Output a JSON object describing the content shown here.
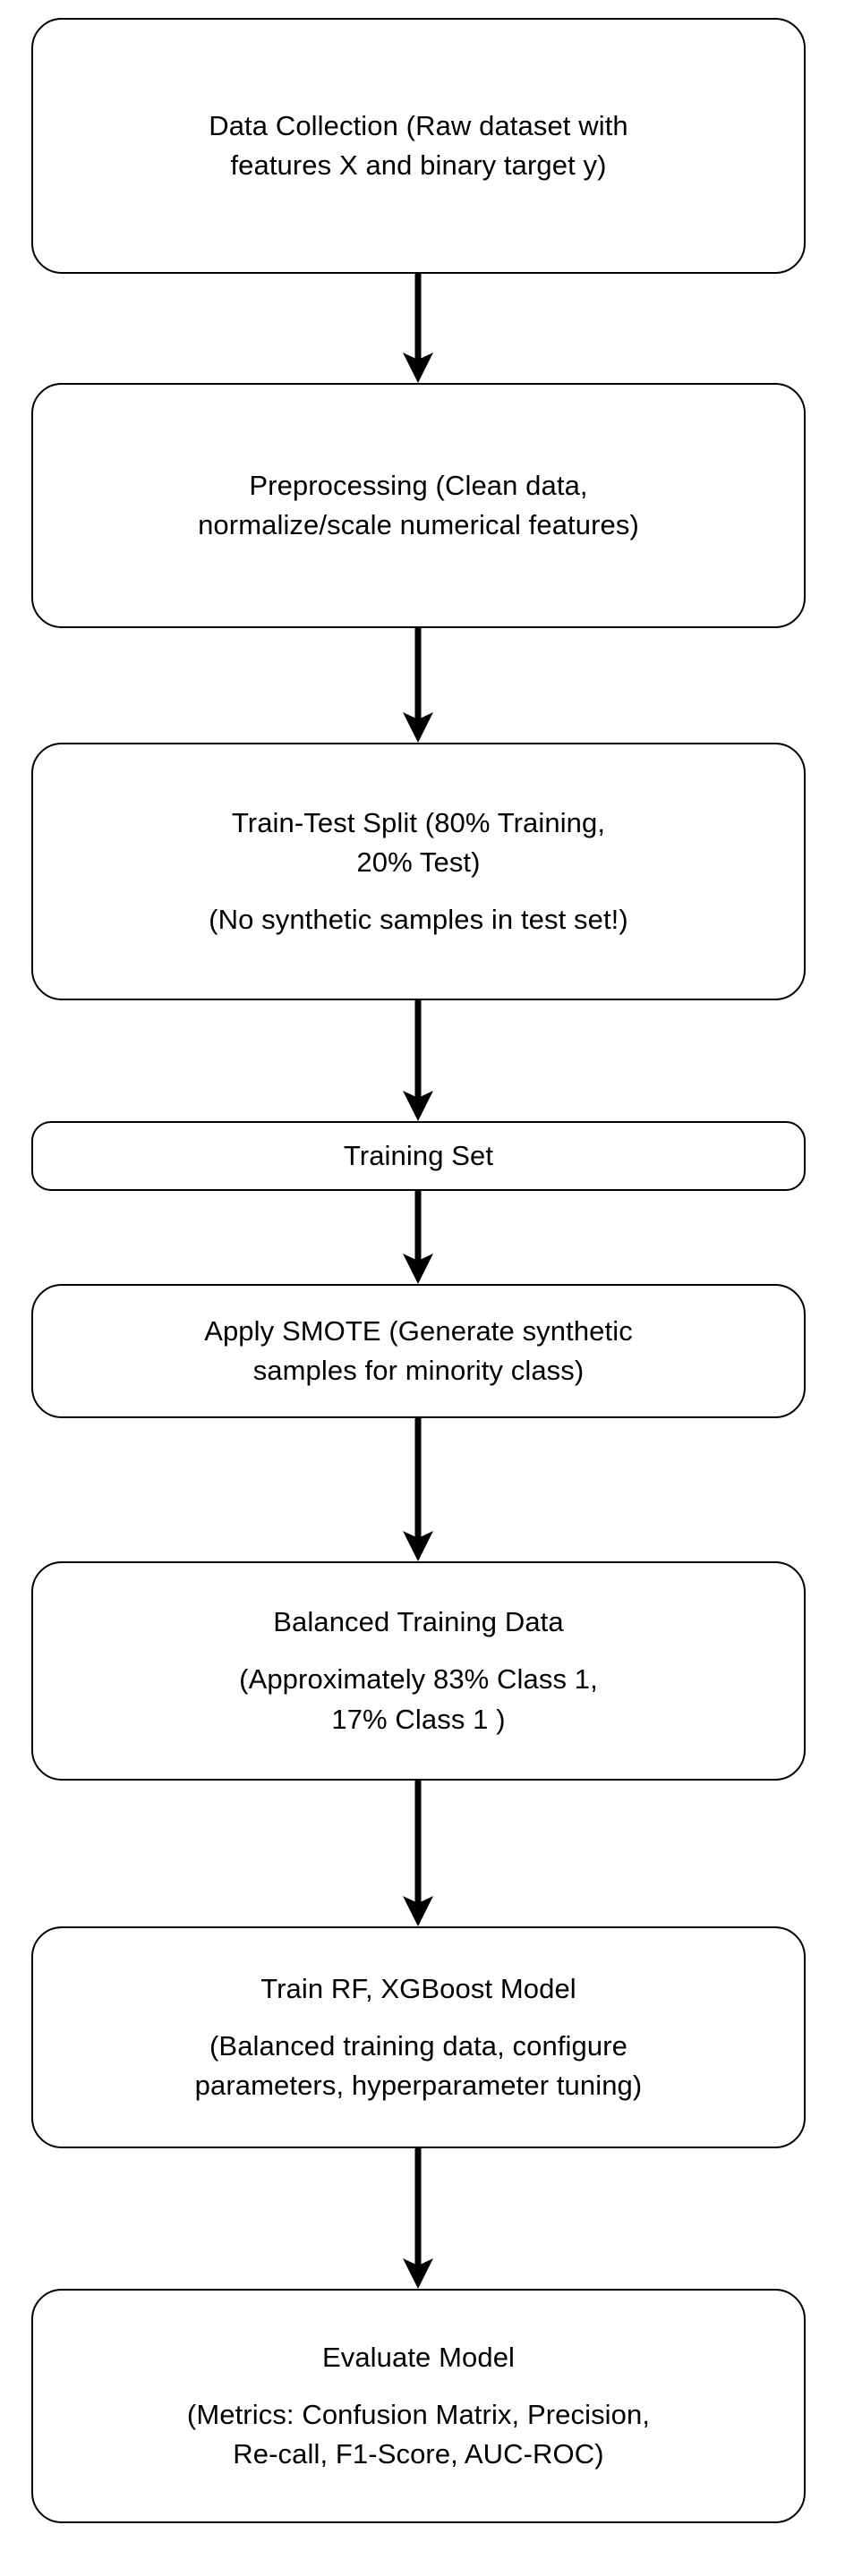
{
  "diagram": {
    "type": "flowchart",
    "orientation": "vertical-top-to-bottom",
    "background_color": "#ffffff",
    "stroke_color": "#000000",
    "text_color": "#000000",
    "node_shape": "rounded-rectangle",
    "nodes": [
      {
        "id": "data-collection",
        "blocks": [
          {
            "lines": [
              "Data Collection (Raw dataset with",
              "features X and binary target y)"
            ]
          }
        ]
      },
      {
        "id": "preprocessing",
        "blocks": [
          {
            "lines": [
              "Preprocessing (Clean data,",
              "normalize/scale numerical features)"
            ]
          }
        ]
      },
      {
        "id": "train-test-split",
        "blocks": [
          {
            "lines": [
              "Train-Test Split (80% Training,",
              "20% Test)"
            ]
          },
          {
            "lines": [
              "(No synthetic samples in test set!)"
            ]
          }
        ]
      },
      {
        "id": "training-set",
        "blocks": [
          {
            "lines": [
              "Training Set"
            ]
          }
        ]
      },
      {
        "id": "apply-smote",
        "blocks": [
          {
            "lines": [
              "Apply SMOTE (Generate synthetic",
              "samples for minority class)"
            ]
          }
        ]
      },
      {
        "id": "balanced-training-data",
        "blocks": [
          {
            "lines": [
              "Balanced Training Data"
            ]
          },
          {
            "lines": [
              "(Approximately 83% Class 1,",
              "17% Class 1 )"
            ]
          }
        ]
      },
      {
        "id": "train-model",
        "blocks": [
          {
            "lines": [
              "Train RF, XGBoost Model"
            ]
          },
          {
            "lines": [
              "(Balanced training data, configure",
              "parameters, hyperparameter tuning)"
            ]
          }
        ]
      },
      {
        "id": "evaluate-model",
        "blocks": [
          {
            "lines": [
              "Evaluate Model"
            ]
          },
          {
            "lines": [
              "(Metrics: Confusion Matrix, Precision,",
              "Re-call, F1-Score, AUC-ROC)"
            ]
          }
        ]
      }
    ],
    "edges": [
      {
        "from": "data-collection",
        "to": "preprocessing",
        "label": ""
      },
      {
        "from": "preprocessing",
        "to": "train-test-split",
        "label": ""
      },
      {
        "from": "train-test-split",
        "to": "training-set",
        "label": ""
      },
      {
        "from": "training-set",
        "to": "apply-smote",
        "label": ""
      },
      {
        "from": "apply-smote",
        "to": "balanced-training-data",
        "label": ""
      },
      {
        "from": "balanced-training-data",
        "to": "train-model",
        "label": ""
      },
      {
        "from": "train-model",
        "to": "evaluate-model",
        "label": ""
      }
    ]
  }
}
